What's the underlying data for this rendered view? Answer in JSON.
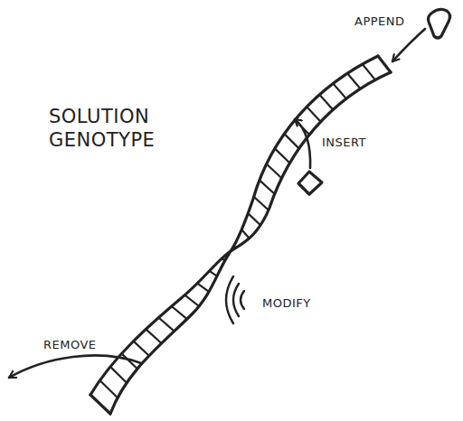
{
  "diagram": {
    "title": "SOLUTION GENOTYPE",
    "labels": [
      "APPEND",
      "INSERT",
      "MODIFY",
      "REMOVE"
    ]
  }
}
